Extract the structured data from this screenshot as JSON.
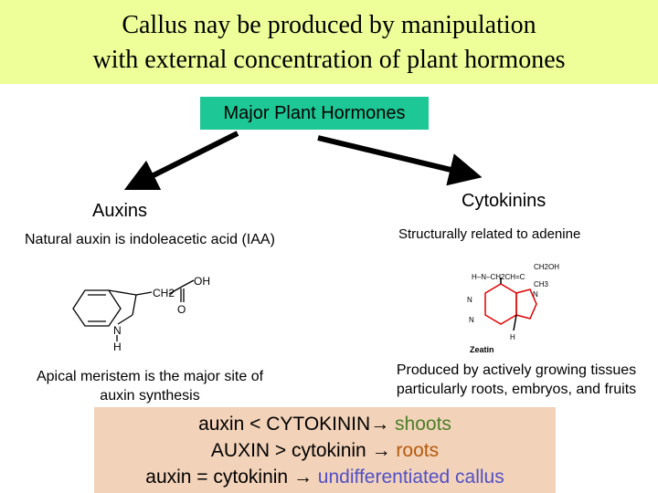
{
  "title": {
    "line1": "Callus nay be produced by manipulation",
    "line2": "with external concentration of plant hormones"
  },
  "hormone_box": "Major Plant Hormones",
  "auxins": {
    "heading": "Auxins",
    "description": "Natural auxin is indoleacetic acid (IAA)",
    "site": "Apical meristem is the major site of auxin synthesis",
    "structure_labels": {
      "ch2": "CH2",
      "oh": "OH",
      "o": "O",
      "n": "N",
      "h": "H"
    }
  },
  "cytokinins": {
    "heading": "Cytokinins",
    "description": "Structurally related to adenine",
    "source": "Produced by actively growing tissues particularly roots, embryos, and fruits",
    "structure_labels": {
      "side_chain": "H–N–CH2CH=C",
      "ch2oh": "CH2OH",
      "ch3": "CH3",
      "n": "N",
      "h": "H",
      "name": "Zeatin"
    }
  },
  "ratios": [
    {
      "condition": "auxin < CYTOKININ",
      "result": "shoots"
    },
    {
      "condition": "AUXIN > cytokinin ",
      "result": "roots"
    },
    {
      "condition": "auxin = cytokinin ",
      "result": "undifferentiated callus"
    }
  ],
  "colors": {
    "title_band": "#eeff99",
    "hormone_box": "#1ec896",
    "ratio_box": "#f2d2b8",
    "shoots": "#4a7e2a",
    "roots": "#b45a0e",
    "undifferentiated": "#5050c8",
    "zeatin_ring": "#e00000"
  }
}
